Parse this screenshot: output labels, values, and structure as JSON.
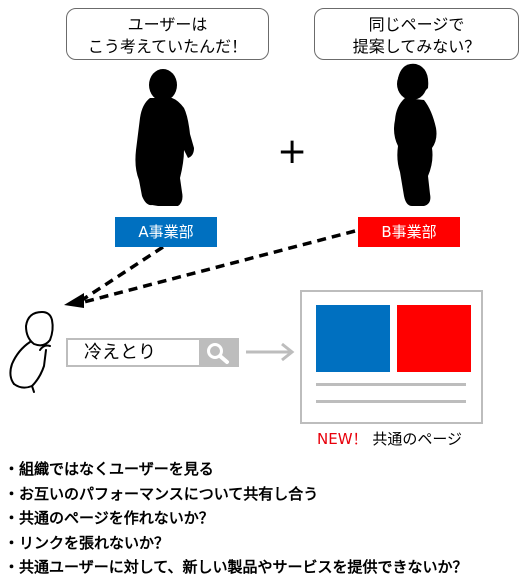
{
  "bubbles": {
    "left": {
      "line1": "ユーザーは",
      "line2": "こう考えていたんだ！"
    },
    "right": {
      "line1": "同じページで",
      "line2": "提案してみない？"
    }
  },
  "plus": "+",
  "departments": {
    "a": {
      "label": "A事業部",
      "color": "#0070c0"
    },
    "b": {
      "label": "B事業部",
      "color": "#ff0000"
    }
  },
  "search": {
    "query": "冷えとり",
    "icon": "magnifier-icon"
  },
  "new_page": {
    "new_label": "NEW！",
    "title": "共通のページ",
    "block_colors": [
      "#0070c0",
      "#ff0000"
    ]
  },
  "bullets": [
    "・組織ではなくユーザーを見る",
    "・お互いのパフォーマンスについて共有し合う",
    "・共通のページを作れないか？",
    "・リンクを張れないか？",
    "・共通ユーザーに対して、新しい製品やサービスを提供できないか？"
  ]
}
